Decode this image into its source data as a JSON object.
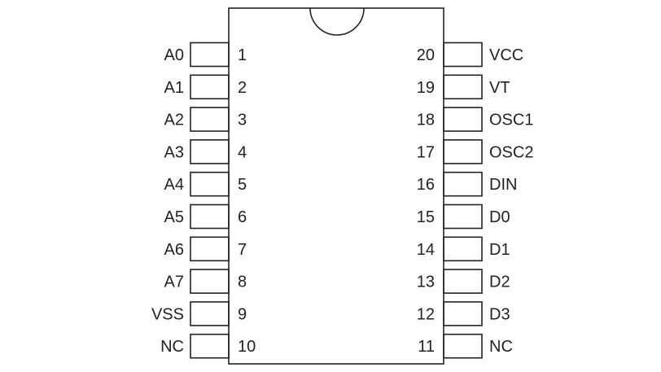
{
  "ic": {
    "left_pins": [
      {
        "number": "1",
        "name": "A0"
      },
      {
        "number": "2",
        "name": "A1"
      },
      {
        "number": "3",
        "name": "A2"
      },
      {
        "number": "4",
        "name": "A3"
      },
      {
        "number": "5",
        "name": "A4"
      },
      {
        "number": "6",
        "name": "A5"
      },
      {
        "number": "7",
        "name": "A6"
      },
      {
        "number": "8",
        "name": "A7"
      },
      {
        "number": "9",
        "name": "VSS"
      },
      {
        "number": "10",
        "name": "NC"
      }
    ],
    "right_pins": [
      {
        "number": "20",
        "name": "VCC"
      },
      {
        "number": "19",
        "name": "VT"
      },
      {
        "number": "18",
        "name": "OSC1"
      },
      {
        "number": "17",
        "name": "OSC2"
      },
      {
        "number": "16",
        "name": "DIN"
      },
      {
        "number": "15",
        "name": "D0"
      },
      {
        "number": "14",
        "name": "D1"
      },
      {
        "number": "13",
        "name": "D2"
      },
      {
        "number": "12",
        "name": "D3"
      },
      {
        "number": "11",
        "name": "NC"
      }
    ]
  }
}
